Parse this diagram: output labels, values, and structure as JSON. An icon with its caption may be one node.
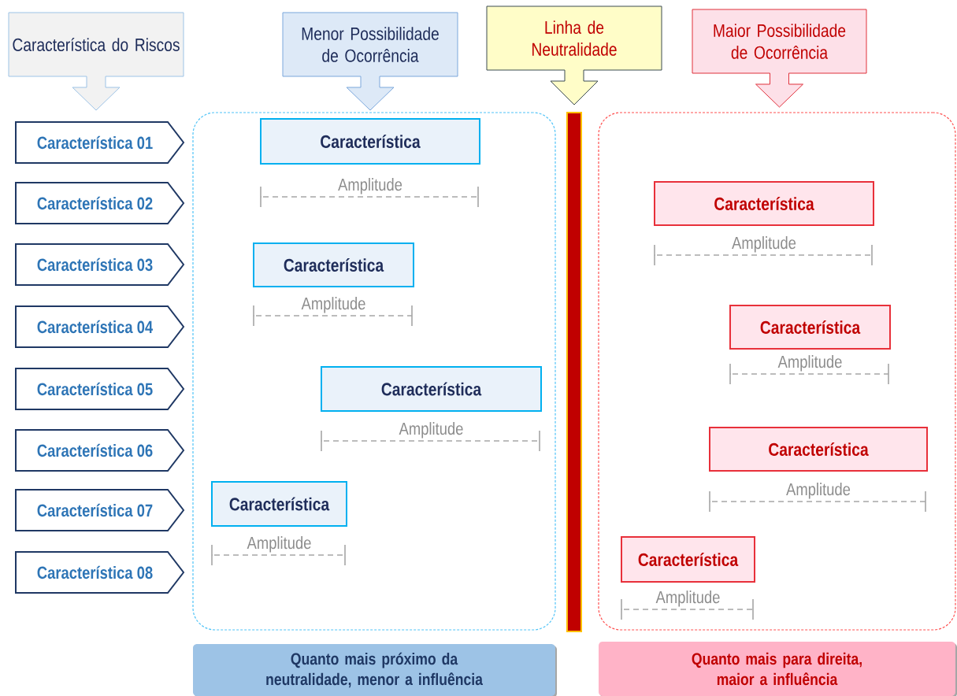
{
  "diagram": {
    "nodes": [
      {
        "text": [
          "Característica do Riscos"
        ]
      },
      {
        "text": [
          "Menor Possibilidade de Ocorrência"
        ]
      },
      {
        "text": [
          "Linha de Neutralidade"
        ]
      },
      {
        "text": [
          "Maior Possibilidade de Ocorrência"
        ]
      },
      {
        "text": [
          "Característica 01"
        ]
      },
      {
        "text": [
          "Característica 02"
        ]
      },
      {
        "text": [
          "Característica 03"
        ]
      },
      {
        "text": [
          "Característica 04"
        ]
      },
      {
        "text": [
          "Característica 05"
        ]
      },
      {
        "text": [
          "Característica 06"
        ]
      },
      {
        "text": [
          "Característica 07"
        ]
      },
      {
        "text": [
          "Característica 08"
        ]
      },
      {
        "text": [],
        "shape": "box"
      },
      {
        "text": [
          "Característica"
        ],
        "in": 12,
        "beside": [
          "Amplitude"
        ]
      },
      {
        "text": [
          "Característica"
        ],
        "in": 12,
        "beside": [
          "Amplitude"
        ]
      },
      {
        "text": [
          "Característica"
        ],
        "in": 12,
        "beside": [
          "Amplitude"
        ]
      },
      {
        "text": [
          "Característica"
        ],
        "in": 12,
        "beside": [
          "Amplitude"
        ]
      },
      {
        "text": [],
        "shape": "bar"
      },
      {
        "text": [],
        "shape": "box"
      },
      {
        "text": [
          "Característica"
        ],
        "in": 18,
        "beside": [
          "Amplitude"
        ]
      },
      {
        "text": [
          "Característica"
        ],
        "in": 18,
        "beside": [
          "Amplitude"
        ]
      },
      {
        "text": [
          "Característica"
        ],
        "in": 18,
        "beside": [
          "Amplitude"
        ]
      },
      {
        "text": [
          "Característica"
        ],
        "in": 18,
        "beside": [
          "Amplitude"
        ]
      },
      {
        "text": [
          "Quanto mais próximo da neutralidade, menor a influência"
        ]
      },
      {
        "text": [
          "Quanto mais para direita, maior a influência"
        ]
      }
    ]
  }
}
